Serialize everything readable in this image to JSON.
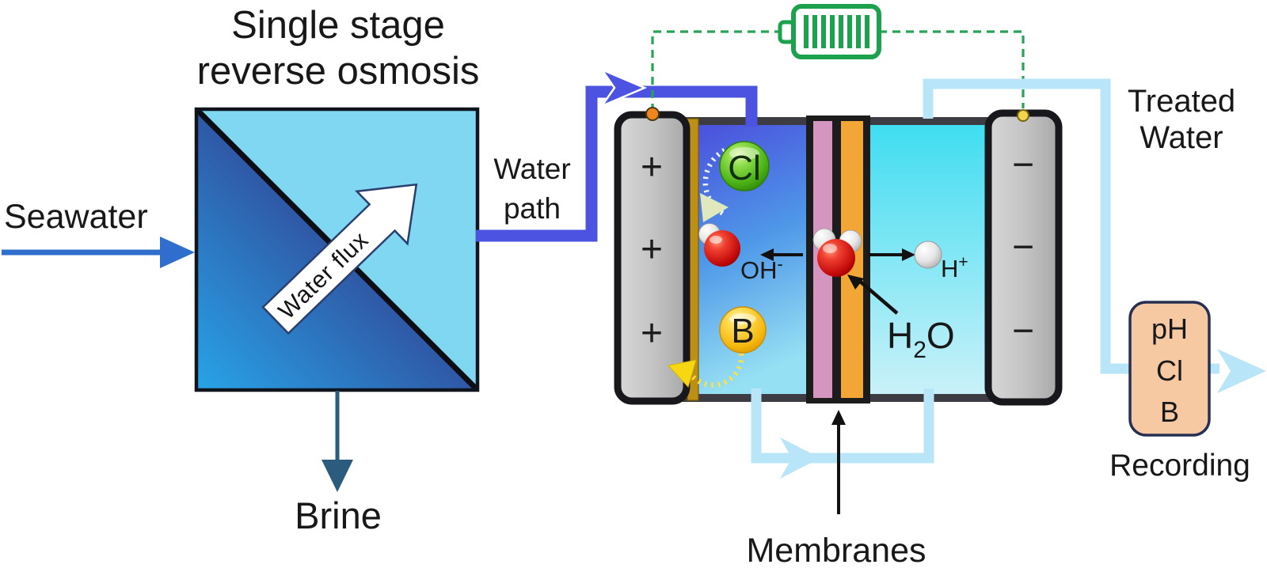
{
  "ro_unit": {
    "title_line1": "Single stage",
    "title_line2": "reverse osmosis",
    "water_flux_label": "Water flux",
    "seawater_label": "Seawater",
    "brine_label": "Brine"
  },
  "water_path": {
    "label_line1": "Water",
    "label_line2": "path"
  },
  "cell": {
    "anode_sign": "+",
    "cathode_sign": "−",
    "chlorine_label": "Cl",
    "boron_label": "B",
    "hydroxide_label": "OH",
    "hydroxide_charge": "-",
    "proton_label": "H",
    "proton_charge": "+",
    "water_h": "H",
    "water_subscript": "2",
    "water_o": "O",
    "membranes_label": "Membranes"
  },
  "outputs": {
    "treated_line1": "Treated",
    "treated_line2": "Water",
    "monitor_lines": [
      "pH",
      "Cl",
      "B"
    ],
    "recording_label": "Recording"
  },
  "colors": {
    "water_path_blue": "#4b53e0",
    "treated_pipe_blue": "#b9e5f8",
    "battery_green": "#1ca24c",
    "wire_green": "#27a455",
    "anode_coating_gold": "#bd8f14",
    "membrane_pink": "#d495c1",
    "membrane_orange": "#f2a636",
    "monitor_box_fill": "#f6c9a2",
    "chlorine_green": "#4cb317",
    "boron_yellow": "#f5b80e",
    "seawater_arrow_blue": "#2f6ecd",
    "brine_arrow_navy": "#2b5c7e",
    "ro_dark_triangle": "#2c4193",
    "ro_light_triangle": "#7fd7f1"
  }
}
